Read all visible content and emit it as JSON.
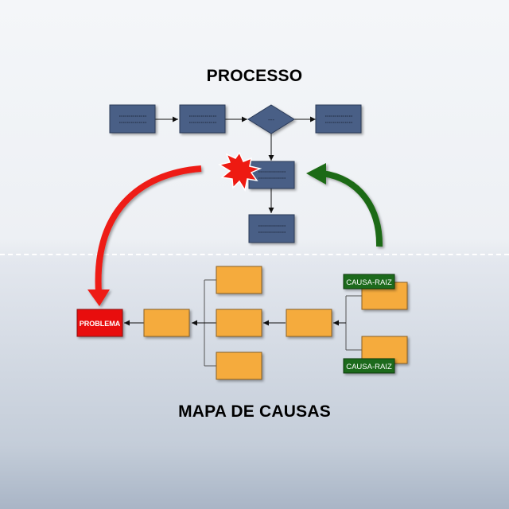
{
  "process": {
    "title": "PROCESSO",
    "decision_label": "---"
  },
  "cause_map": {
    "title": "MAPA DE CAUSAS",
    "problem_label": "PROBLEMA",
    "root_cause_label_top": "CAUSA-RAIZ",
    "root_cause_label_bottom": "CAUSA-RAIZ"
  },
  "colors": {
    "process_box": "#4a5f86",
    "cause_box": "#f5ab3e",
    "problem": "#e8100d",
    "root_cause": "#1e6b1a",
    "red_arrow": "#ee1a12",
    "green_arrow": "#1c6a12",
    "burst": "#ee1a12"
  },
  "icons": {
    "burst": "explosion-burst-icon",
    "red_arrow": "curved-arrow-red",
    "green_arrow": "curved-arrow-green"
  }
}
